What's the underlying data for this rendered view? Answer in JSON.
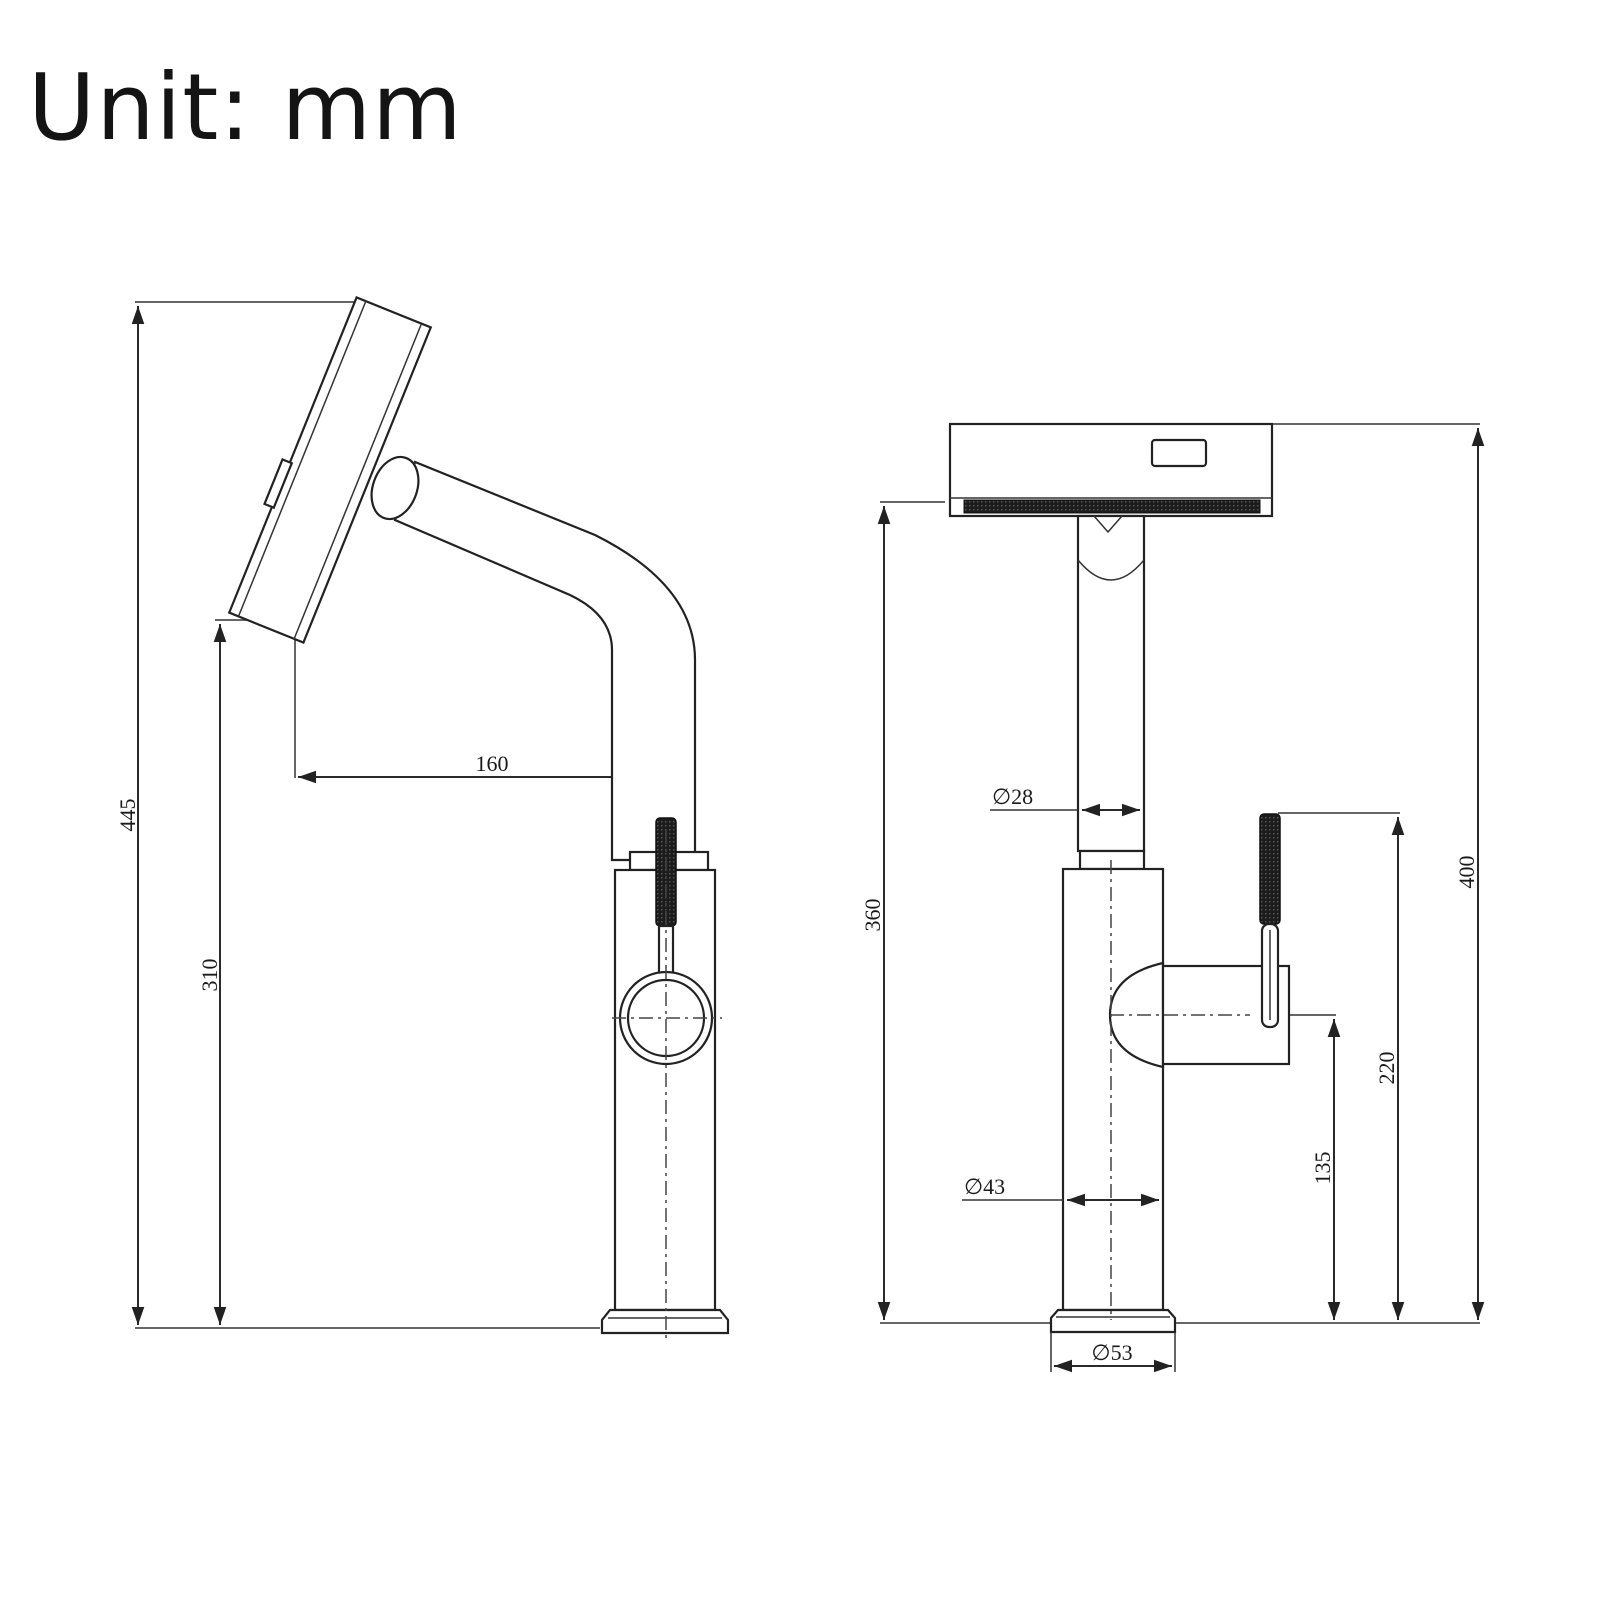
{
  "header": {
    "unit_label": "Unit: mm"
  },
  "side_view": {
    "dims": {
      "total_height": "445",
      "spout_height": "310",
      "reach": "160"
    }
  },
  "front_view": {
    "dims": {
      "outlet_height": "360",
      "total_height": "400",
      "handle_height": "220",
      "lever_axis_height": "135",
      "spout_diameter": "∅28",
      "body_diameter": "∅43",
      "base_diameter": "∅53"
    }
  }
}
